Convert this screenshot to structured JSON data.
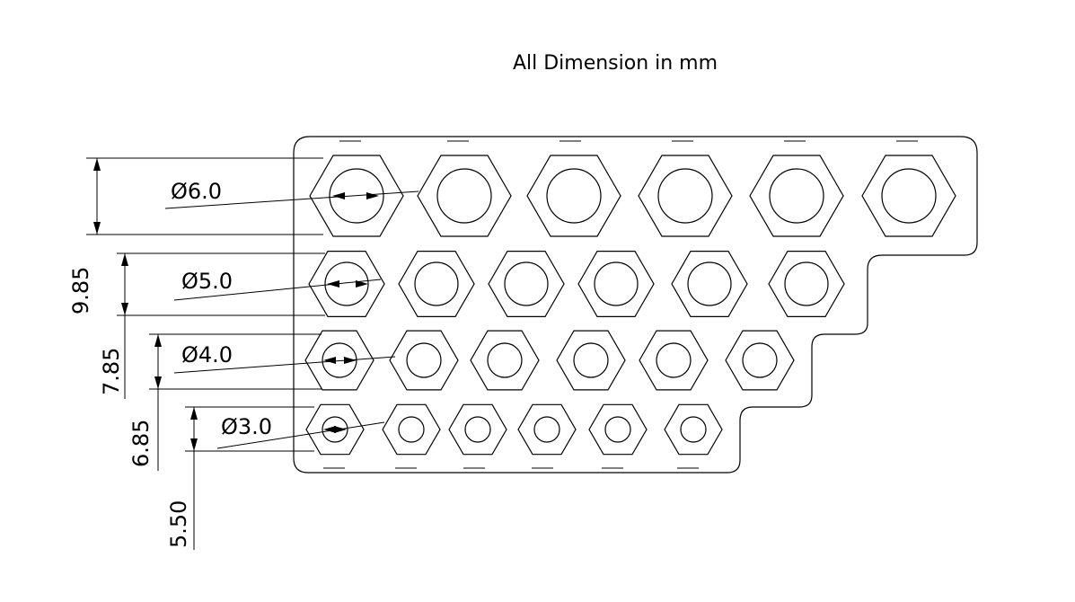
{
  "title": "All Dimension in mm",
  "diameter_labels": [
    "Ø6.0",
    "Ø5.0",
    "Ø4.0",
    "Ø3.0"
  ],
  "spacing_labels": [
    "9.85",
    "7.85",
    "6.85",
    "5.50"
  ],
  "rows": [
    {
      "diameter_mm": 6.0,
      "count": 6
    },
    {
      "diameter_mm": 5.0,
      "count": 6
    },
    {
      "diameter_mm": 4.0,
      "count": 6
    },
    {
      "diameter_mm": 3.0,
      "count": 6
    }
  ]
}
